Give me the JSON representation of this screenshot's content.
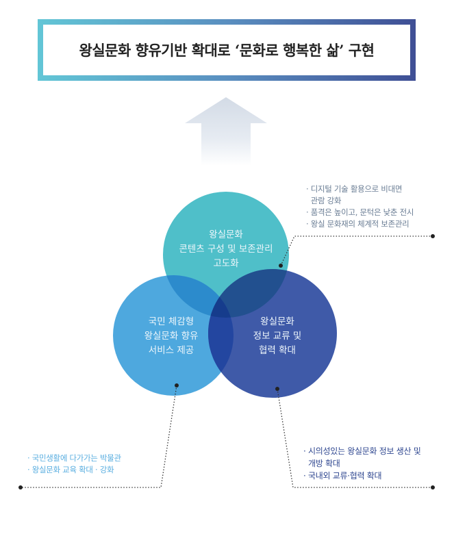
{
  "title": "왕실문화 향유기반 확대로 ‘문화로 행복한 삶’ 구현",
  "circles": {
    "top": {
      "lines": [
        "왕실문화",
        "콘텐츠 구성 및 보존관리",
        "고도화"
      ],
      "color": "#4fbfc9"
    },
    "left": {
      "lines": [
        "국민 체감형",
        "왕실문화 향유",
        "서비스 제공"
      ],
      "color": "#4ea8de"
    },
    "right": {
      "lines": [
        "왕실문화",
        "정보 교류 및",
        "협력 확대"
      ],
      "color": "#3f5aa8"
    }
  },
  "notes": {
    "top": [
      "· 디지털 기술 활용으로 비대면",
      "  관람 강화",
      "· 품격은 높이고, 문턱은 낮춘 전시",
      "· 왕실 문화재의 체계적 보존관리"
    ],
    "left": [
      "· 국민생활에 다가가는 박물관",
      "· 왕실문화 교육 확대 · 강화"
    ],
    "right": [
      "· 시의성있는 왕실문화 정보 생산 및",
      "  개방 확대",
      "· 국내외 교류·협력 확대"
    ]
  },
  "colors": {
    "note_top": "#6a7d94",
    "note_left": "#5aaee0",
    "note_right": "#2f4790"
  }
}
